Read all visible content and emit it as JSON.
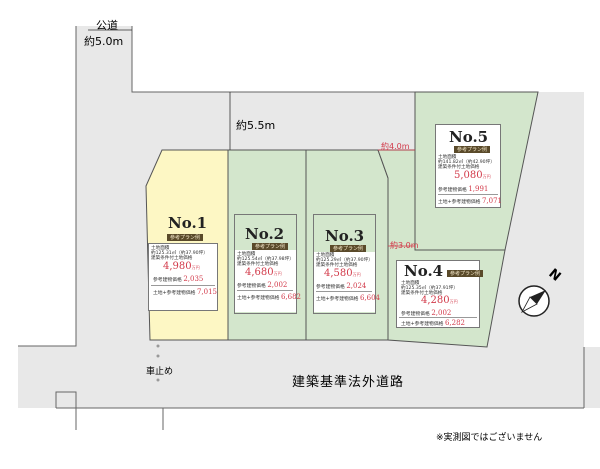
{
  "roads": {
    "public_road": {
      "label": "公道",
      "width": "約5.0m"
    },
    "inner_road_width": "約5.5m",
    "main_road": "建築基準法外道路",
    "bollard": "車止め"
  },
  "dimensions": {
    "d1": "約4.0m",
    "d2": "約3.0m"
  },
  "footnote": "※実測図ではございません",
  "compass": {
    "label": "N"
  },
  "plan_tag": "参考プラン例",
  "lots": [
    {
      "no": "No.1",
      "area_label": "土地面積",
      "area": "約125.31㎡（約37.90坪）",
      "cond": "建築条件付土地価格",
      "price": "4,980",
      "unit": "万円",
      "bldg_label": "参考建物価格",
      "bldg": "2,035",
      "total_label": "土地+参考建物価格",
      "total": "7,015"
    },
    {
      "no": "No.2",
      "area_label": "土地面積",
      "area": "約125.54㎡（約37.98坪）",
      "cond": "建築条件付土地価格",
      "price": "4,680",
      "unit": "万円",
      "bldg_label": "参考建物価格",
      "bldg": "2,002",
      "total_label": "土地+参考建物価格",
      "total": "6,682"
    },
    {
      "no": "No.3",
      "area_label": "土地面積",
      "area": "約125.29㎡（約37.90坪）",
      "cond": "建築条件付土地価格",
      "price": "4,580",
      "unit": "万円",
      "bldg_label": "参考建物価格",
      "bldg": "2,024",
      "total_label": "土地+参考建物価格",
      "total": "6,604"
    },
    {
      "no": "No.4",
      "area_label": "土地面積",
      "area": "約125.35㎡（約37.91坪）",
      "cond": "建築条件付土地価格",
      "price": "4,280",
      "unit": "万円",
      "bldg_label": "参考建物価格",
      "bldg": "2,002",
      "total_label": "土地+参考建物価格",
      "total": "6,282"
    },
    {
      "no": "No.5",
      "area_label": "土地面積",
      "area": "約141.82㎡（約42.90坪）",
      "cond": "建築条件付土地価格",
      "price": "5,080",
      "unit": "万円",
      "bldg_label": "参考建物価格",
      "bldg": "1,991",
      "total_label": "土地+参考建物価格",
      "total": "7,071"
    }
  ],
  "colors": {
    "road": "#e7e7e7",
    "lot_green": "#d3e6cc",
    "lot_yellow": "#fdf7c4",
    "price": "#d23a4a",
    "outline": "#555555"
  }
}
